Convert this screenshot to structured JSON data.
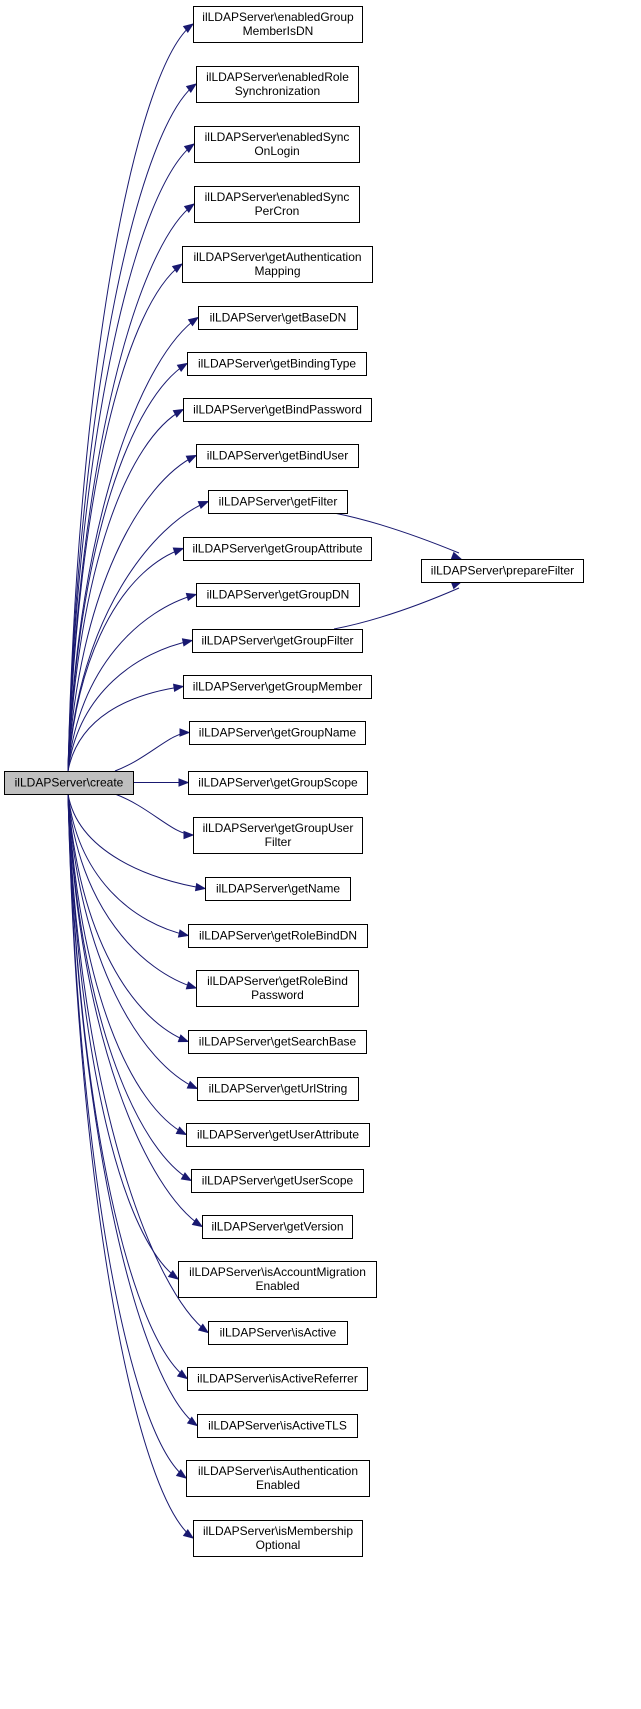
{
  "diagram": {
    "root": {
      "id": "create",
      "lines": [
        "ilLDAPServer\\create"
      ]
    },
    "callees": [
      {
        "id": "enabledGroupMemberIsDN",
        "lines": [
          "ilLDAPServer\\enabledGroup",
          "MemberIsDN"
        ]
      },
      {
        "id": "enabledRoleSynchronization",
        "lines": [
          "ilLDAPServer\\enabledRole",
          "Synchronization"
        ]
      },
      {
        "id": "enabledSyncOnLogin",
        "lines": [
          "ilLDAPServer\\enabledSync",
          "OnLogin"
        ]
      },
      {
        "id": "enabledSyncPerCron",
        "lines": [
          "ilLDAPServer\\enabledSync",
          "PerCron"
        ]
      },
      {
        "id": "getAuthenticationMapping",
        "lines": [
          "ilLDAPServer\\getAuthentication",
          "Mapping"
        ]
      },
      {
        "id": "getBaseDN",
        "lines": [
          "ilLDAPServer\\getBaseDN"
        ]
      },
      {
        "id": "getBindingType",
        "lines": [
          "ilLDAPServer\\getBindingType"
        ]
      },
      {
        "id": "getBindPassword",
        "lines": [
          "ilLDAPServer\\getBindPassword"
        ]
      },
      {
        "id": "getBindUser",
        "lines": [
          "ilLDAPServer\\getBindUser"
        ]
      },
      {
        "id": "getFilter",
        "lines": [
          "ilLDAPServer\\getFilter"
        ]
      },
      {
        "id": "getGroupAttribute",
        "lines": [
          "ilLDAPServer\\getGroupAttribute"
        ]
      },
      {
        "id": "getGroupDN",
        "lines": [
          "ilLDAPServer\\getGroupDN"
        ]
      },
      {
        "id": "getGroupFilter",
        "lines": [
          "ilLDAPServer\\getGroupFilter"
        ]
      },
      {
        "id": "getGroupMember",
        "lines": [
          "ilLDAPServer\\getGroupMember"
        ]
      },
      {
        "id": "getGroupName",
        "lines": [
          "ilLDAPServer\\getGroupName"
        ]
      },
      {
        "id": "getGroupScope",
        "lines": [
          "ilLDAPServer\\getGroupScope"
        ]
      },
      {
        "id": "getGroupUserFilter",
        "lines": [
          "ilLDAPServer\\getGroupUser",
          "Filter"
        ]
      },
      {
        "id": "getName",
        "lines": [
          "ilLDAPServer\\getName"
        ]
      },
      {
        "id": "getRoleBindDN",
        "lines": [
          "ilLDAPServer\\getRoleBindDN"
        ]
      },
      {
        "id": "getRoleBindPassword",
        "lines": [
          "ilLDAPServer\\getRoleBind",
          "Password"
        ]
      },
      {
        "id": "getSearchBase",
        "lines": [
          "ilLDAPServer\\getSearchBase"
        ]
      },
      {
        "id": "getUrlString",
        "lines": [
          "ilLDAPServer\\getUrlString"
        ]
      },
      {
        "id": "getUserAttribute",
        "lines": [
          "ilLDAPServer\\getUserAttribute"
        ]
      },
      {
        "id": "getUserScope",
        "lines": [
          "ilLDAPServer\\getUserScope"
        ]
      },
      {
        "id": "getVersion",
        "lines": [
          "ilLDAPServer\\getVersion"
        ]
      },
      {
        "id": "isAccountMigrationEnabled",
        "lines": [
          "ilLDAPServer\\isAccountMigration",
          "Enabled"
        ]
      },
      {
        "id": "isActive",
        "lines": [
          "ilLDAPServer\\isActive"
        ]
      },
      {
        "id": "isActiveReferrer",
        "lines": [
          "ilLDAPServer\\isActiveReferrer"
        ]
      },
      {
        "id": "isActiveTLS",
        "lines": [
          "ilLDAPServer\\isActiveTLS"
        ]
      },
      {
        "id": "isAuthenticationEnabled",
        "lines": [
          "ilLDAPServer\\isAuthentication",
          "Enabled"
        ]
      },
      {
        "id": "isMembershipOptional",
        "lines": [
          "ilLDAPServer\\isMembership",
          "Optional"
        ]
      }
    ],
    "secondary": [
      {
        "id": "prepareFilter",
        "lines": [
          "ilLDAPServer\\prepareFilter"
        ]
      }
    ],
    "edges": [
      [
        "create",
        "enabledGroupMemberIsDN"
      ],
      [
        "create",
        "enabledRoleSynchronization"
      ],
      [
        "create",
        "enabledSyncOnLogin"
      ],
      [
        "create",
        "enabledSyncPerCron"
      ],
      [
        "create",
        "getAuthenticationMapping"
      ],
      [
        "create",
        "getBaseDN"
      ],
      [
        "create",
        "getBindingType"
      ],
      [
        "create",
        "getBindPassword"
      ],
      [
        "create",
        "getBindUser"
      ],
      [
        "create",
        "getFilter"
      ],
      [
        "create",
        "getGroupAttribute"
      ],
      [
        "create",
        "getGroupDN"
      ],
      [
        "create",
        "getGroupFilter"
      ],
      [
        "create",
        "getGroupMember"
      ],
      [
        "create",
        "getGroupName"
      ],
      [
        "create",
        "getGroupScope"
      ],
      [
        "create",
        "getGroupUserFilter"
      ],
      [
        "create",
        "getName"
      ],
      [
        "create",
        "getRoleBindDN"
      ],
      [
        "create",
        "getRoleBindPassword"
      ],
      [
        "create",
        "getSearchBase"
      ],
      [
        "create",
        "getUrlString"
      ],
      [
        "create",
        "getUserAttribute"
      ],
      [
        "create",
        "getUserScope"
      ],
      [
        "create",
        "getVersion"
      ],
      [
        "create",
        "isAccountMigrationEnabled"
      ],
      [
        "create",
        "isActive"
      ],
      [
        "create",
        "isActiveReferrer"
      ],
      [
        "create",
        "isActiveTLS"
      ],
      [
        "create",
        "isAuthenticationEnabled"
      ],
      [
        "create",
        "isMembershipOptional"
      ],
      [
        "getFilter",
        "prepareFilter"
      ],
      [
        "getGroupFilter",
        "prepareFilter"
      ]
    ],
    "colors": {
      "edge": "#191970",
      "root_fill": "#bfbfbf",
      "node_fill": "#ffffff",
      "node_border": "#000000"
    }
  }
}
